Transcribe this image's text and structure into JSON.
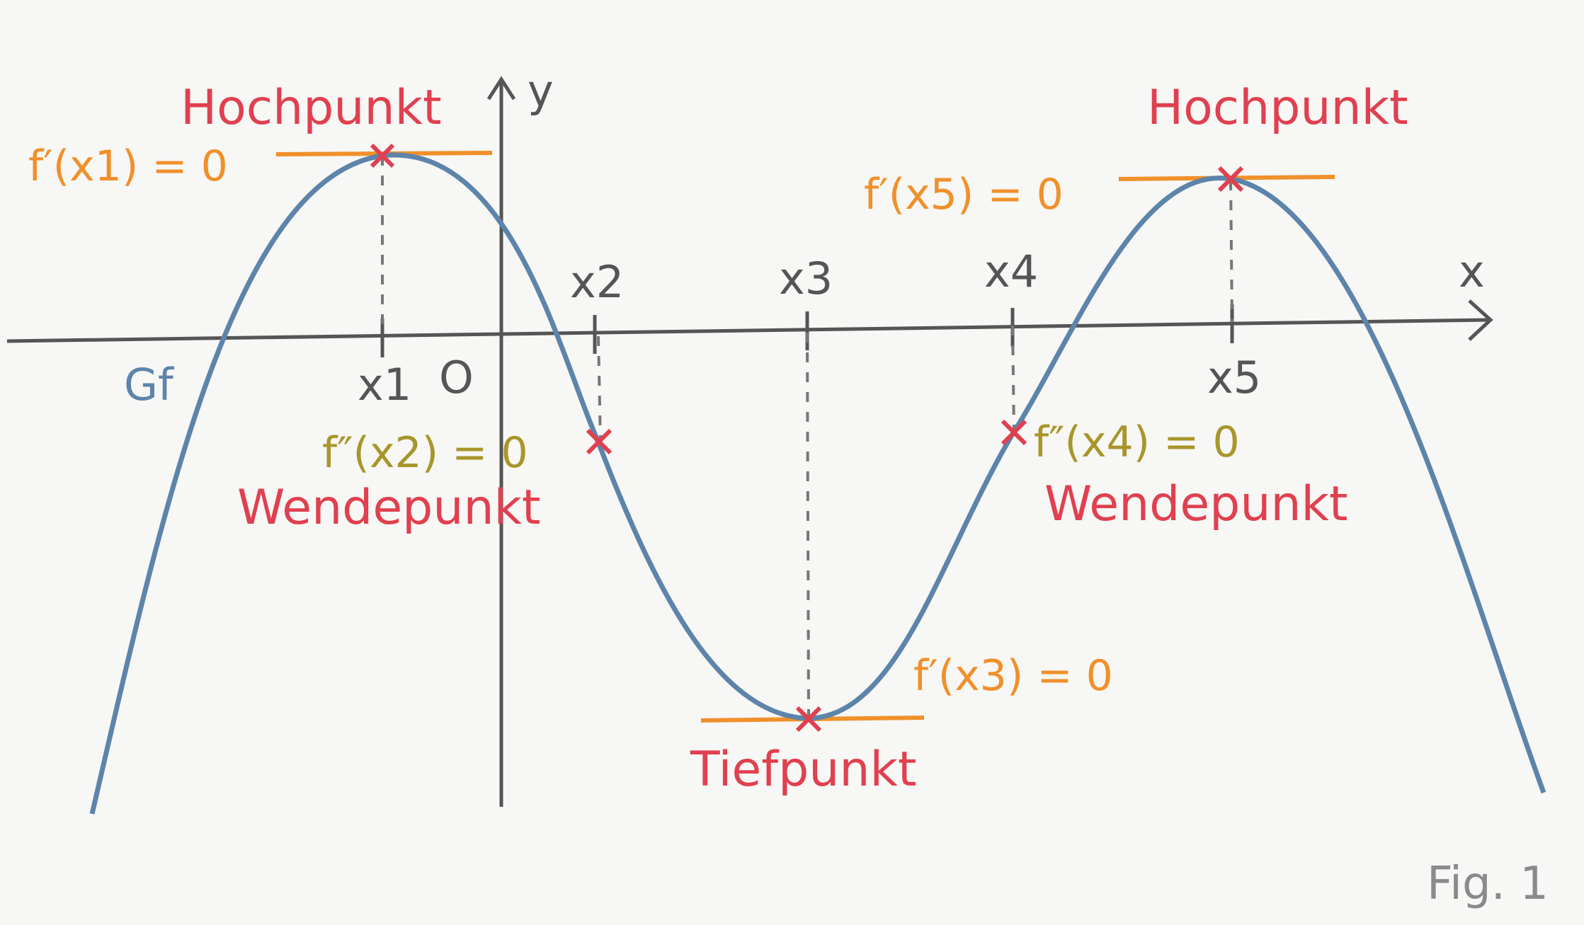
{
  "axes": {
    "x_label": "x",
    "y_label": "y",
    "origin_label": "O"
  },
  "graph_label": "Gf",
  "points": [
    {
      "id": "x1",
      "tick_label": "x1",
      "type_label": "Hochpunkt",
      "condition": "f′(x1) = 0"
    },
    {
      "id": "x2",
      "tick_label": "x2",
      "type_label": "Wendepunkt",
      "condition": "f″(x2) = 0"
    },
    {
      "id": "x3",
      "tick_label": "x3",
      "type_label": "Tiefpunkt",
      "condition": "f′(x3) = 0"
    },
    {
      "id": "x4",
      "tick_label": "x4",
      "type_label": "Wendepunkt",
      "condition": "f″(x4) = 0"
    },
    {
      "id": "x5",
      "tick_label": "x5",
      "type_label": "Hochpunkt",
      "condition": "f′(x5) = 0"
    }
  ],
  "figure_caption": "Fig. 1",
  "colors": {
    "curve": "#5d84aa",
    "tangent": "#f0902a",
    "extremum_label": "#e0404f",
    "inflection_condition": "#a8962a",
    "marker": "#e0404f",
    "axis": "#555555"
  }
}
